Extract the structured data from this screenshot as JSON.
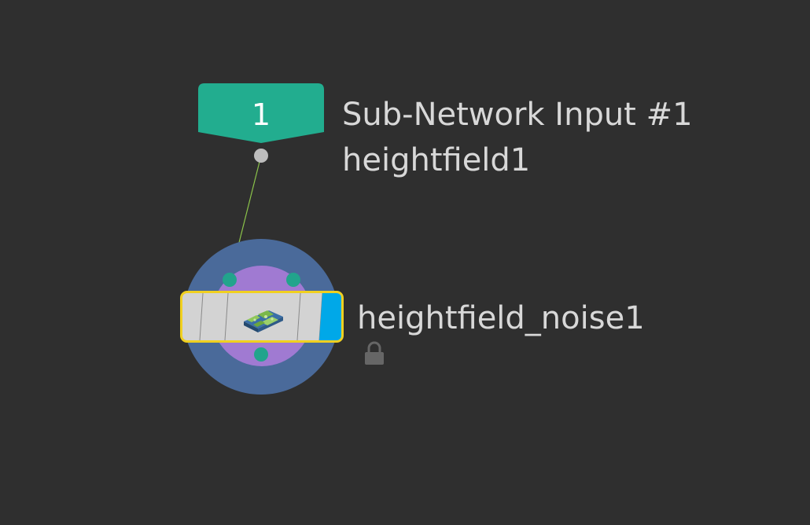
{
  "network": {
    "input_node": {
      "number": "1",
      "label": "Sub-Network Input #1",
      "sublabel": "heightfield1",
      "color": "#22ad8f"
    },
    "noise_node": {
      "label": "heightfield_noise1",
      "icon": "heightfield-terrain-icon",
      "display_flag_color": "#00a8e8",
      "selection_color": "#f0d020",
      "locked": true,
      "lock_icon": "lock-icon"
    },
    "colors": {
      "background": "#2f2f2f",
      "outer_ring": "#4a6a9a",
      "inner_ring": "#a07ad2",
      "port": "#22a48c",
      "wire": "#8bc34a"
    }
  }
}
